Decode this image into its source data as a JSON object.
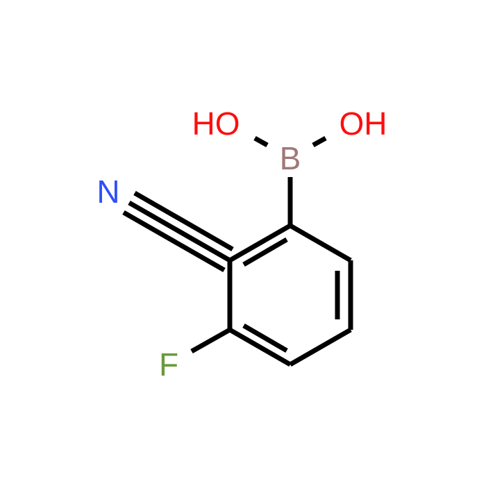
{
  "molecule": {
    "atoms": {
      "oh_left": {
        "label": "HO",
        "color": "#ff0d0d"
      },
      "oh_right": {
        "label": "OH",
        "color": "#ff0d0d"
      },
      "boron": {
        "label": "B",
        "color": "#a07878"
      },
      "nitrogen": {
        "label": "N",
        "color": "#3050f8"
      },
      "fluorine": {
        "label": "F",
        "color": "#6a9a3c"
      }
    },
    "bond_color": "#000000"
  }
}
